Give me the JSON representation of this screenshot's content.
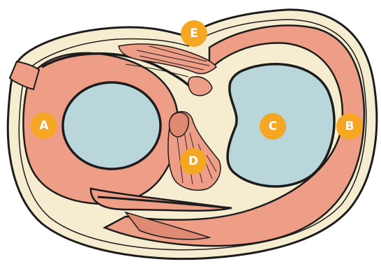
{
  "colors": {
    "background": "#ffffff",
    "capsule_fill": "#f6ecd0",
    "meniscus_fill": "#ee9d86",
    "meniscus_shade": "#e08a74",
    "cartilage_fill": "#b9d6da",
    "outline": "#1c1c1c",
    "marker_fill": "#f5a623",
    "marker_text": "#ffffff"
  },
  "markers": {
    "a": {
      "label": "A",
      "icon": "orange-circle-marker"
    },
    "b": {
      "label": "B",
      "icon": "orange-circle-marker"
    },
    "c": {
      "label": "C",
      "icon": "orange-circle-marker"
    },
    "d": {
      "label": "D",
      "icon": "orange-circle-marker"
    },
    "e": {
      "label": "E",
      "icon": "orange-circle-marker"
    }
  }
}
